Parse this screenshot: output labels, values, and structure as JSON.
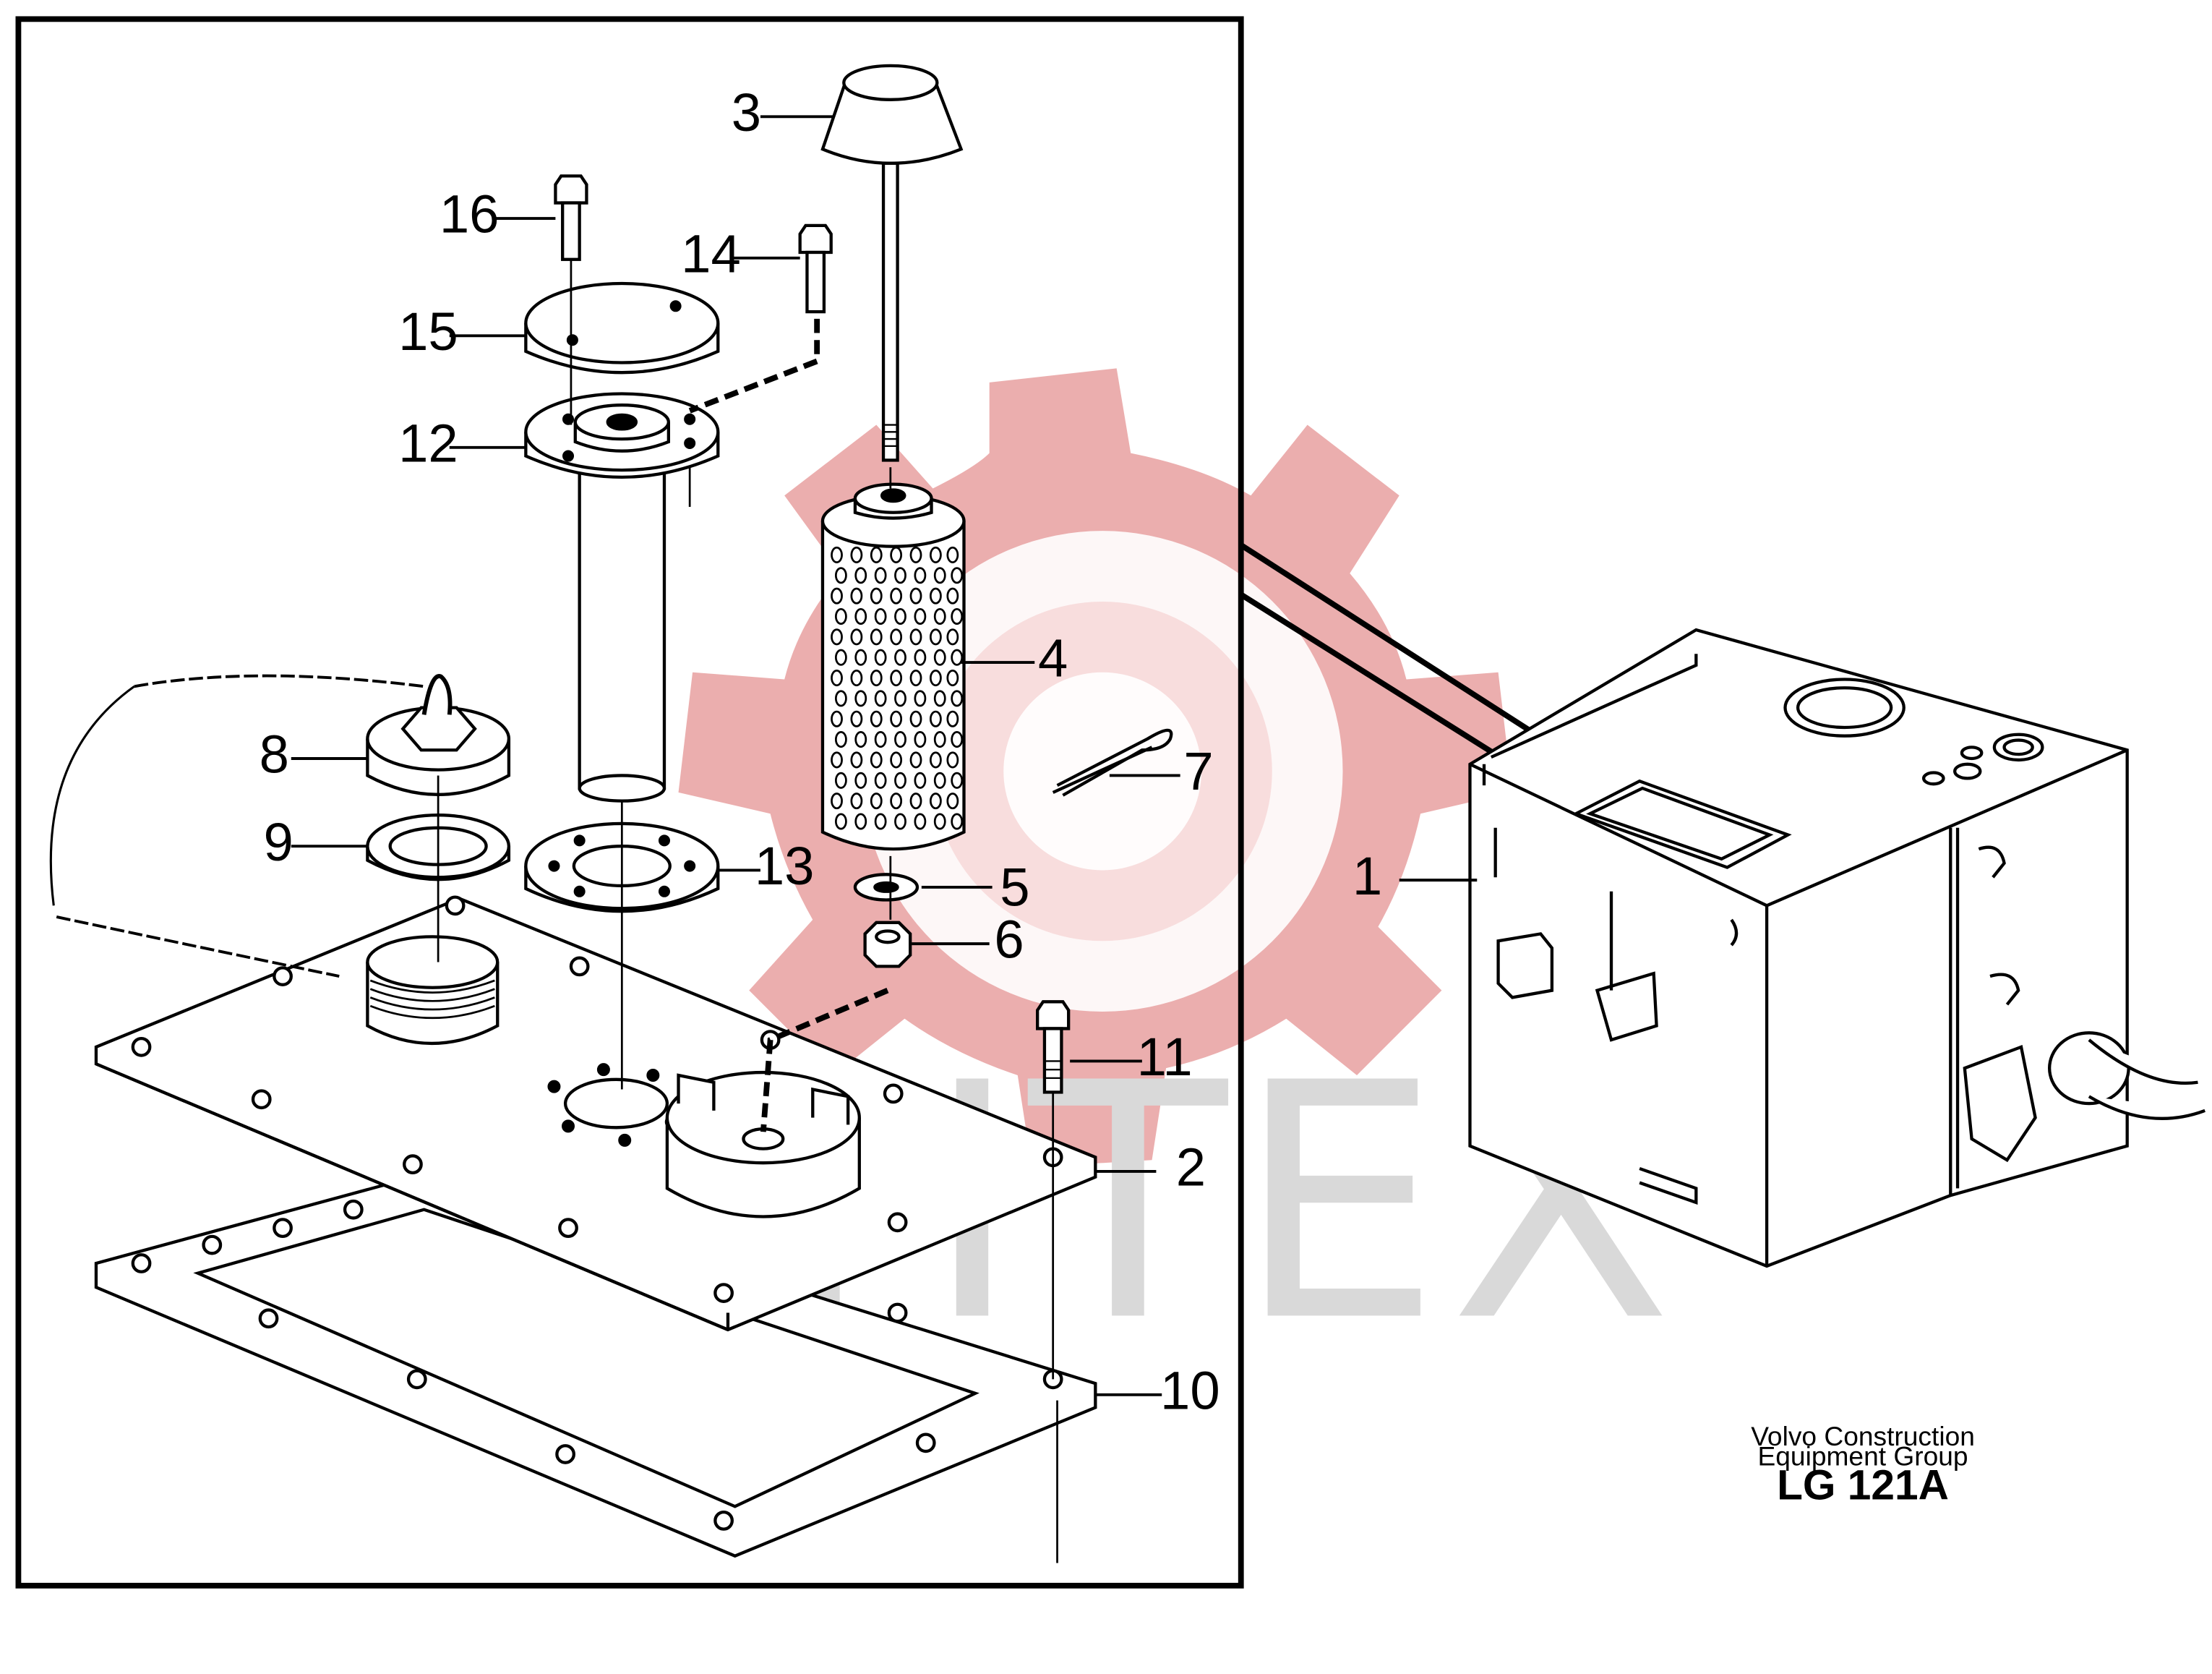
{
  "callouts": [
    "1",
    "2",
    "3",
    "4",
    "5",
    "6",
    "7",
    "8",
    "9",
    "10",
    "11",
    "12",
    "13",
    "14",
    "15",
    "16"
  ],
  "footer": {
    "line1": "Volvo Construction",
    "line2": "Equipment Group",
    "figure_id": "LG 121A"
  },
  "watermark": {
    "text": "ИНТЕХ",
    "color": "#e8a0a0"
  }
}
